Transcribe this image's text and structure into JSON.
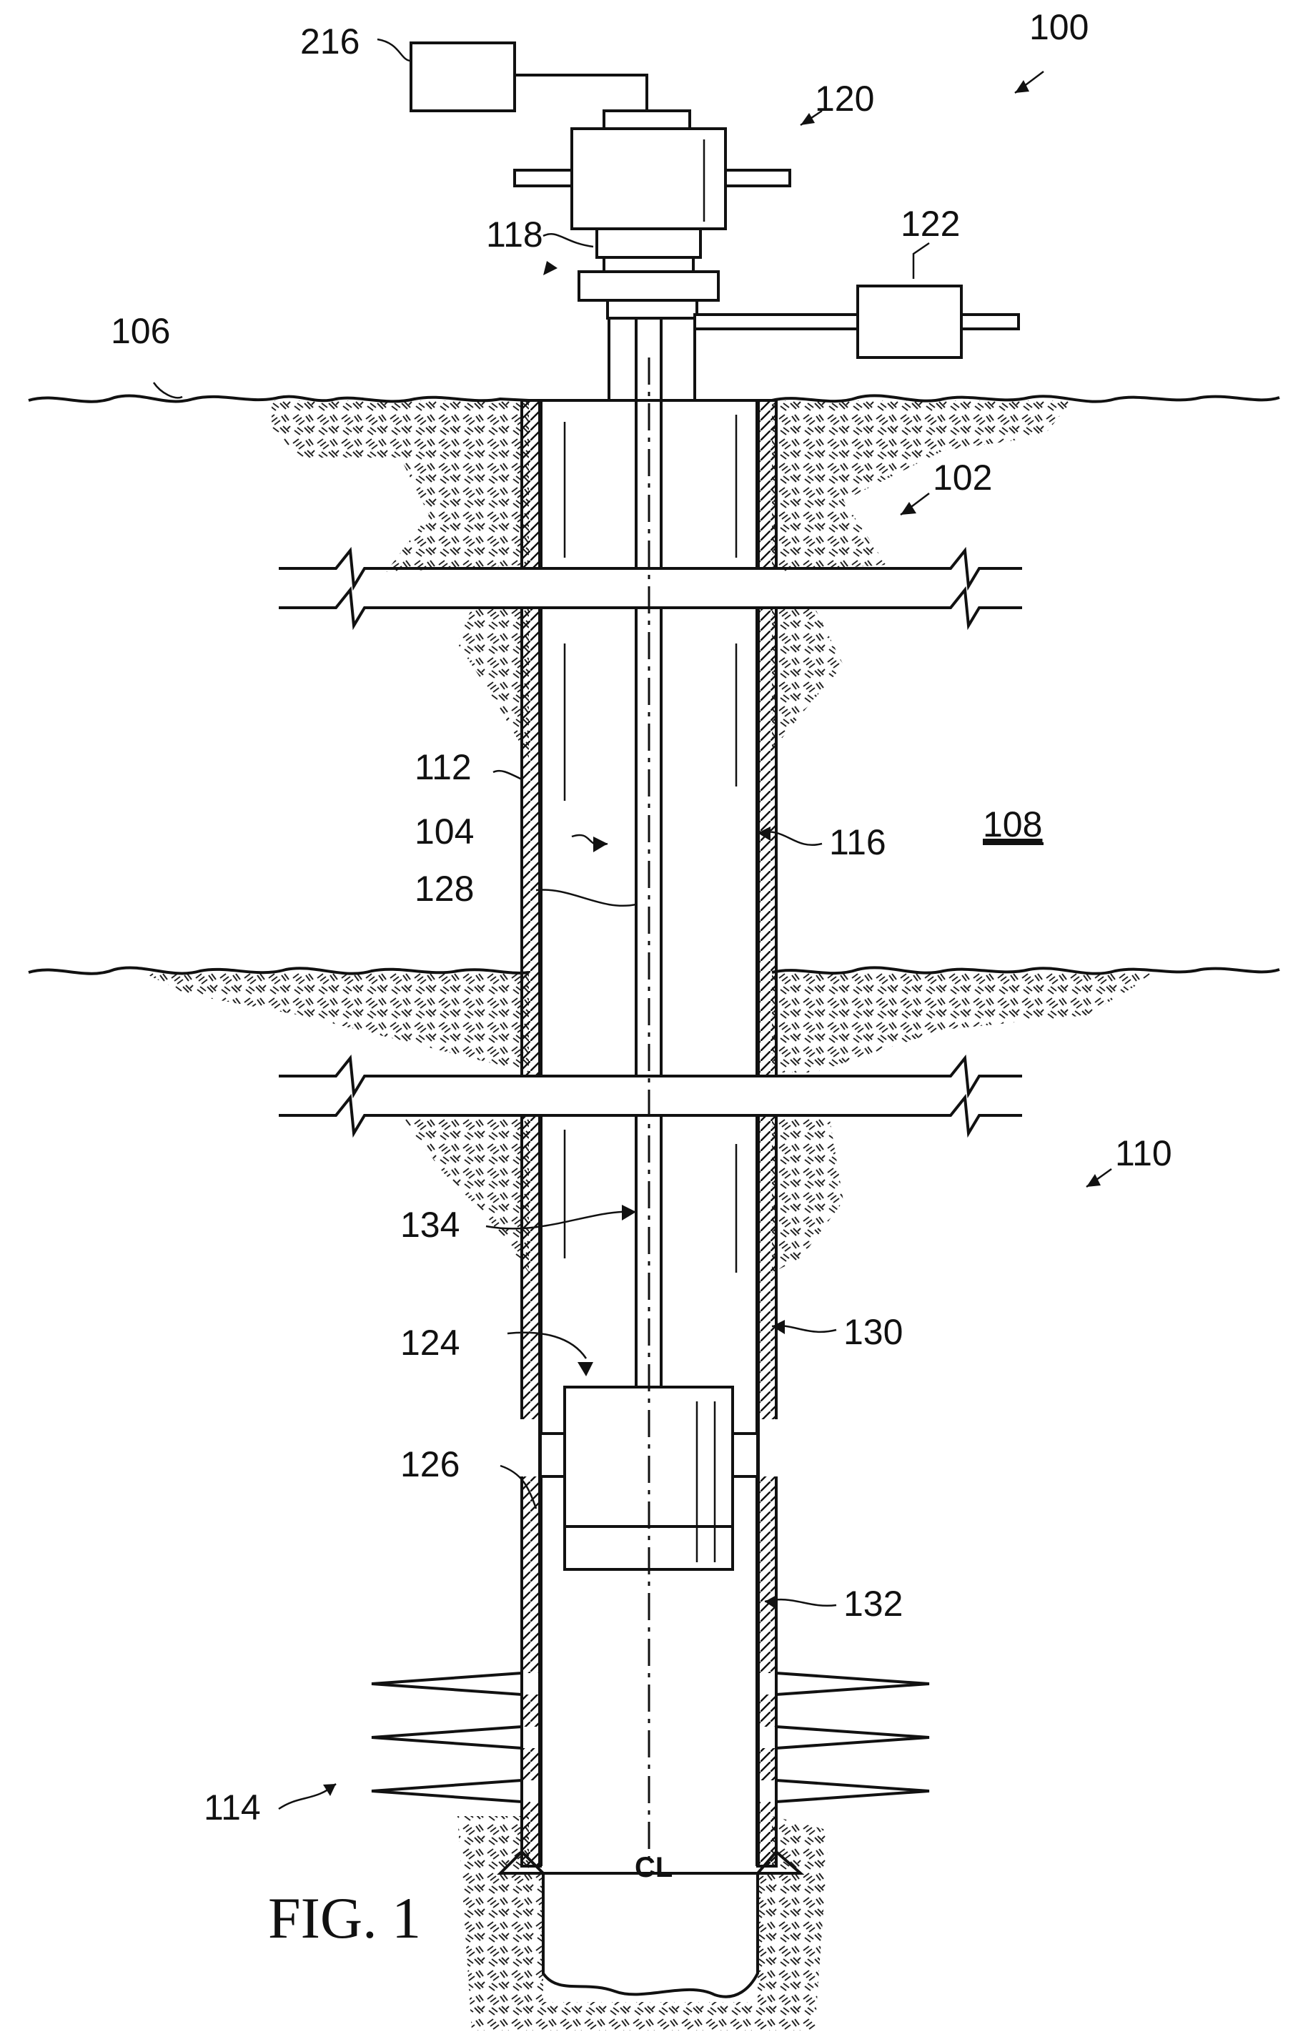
{
  "figure": {
    "title": "FIG. 1",
    "centerline_label": "CL"
  },
  "labels": {
    "n100": "100",
    "n102": "102",
    "n104": "104",
    "n106": "106",
    "n108": "108",
    "n110": "110",
    "n112": "112",
    "n114": "114",
    "n116": "116",
    "n118": "118",
    "n120": "120",
    "n122": "122",
    "n124": "124",
    "n126": "126",
    "n128": "128",
    "n130": "130",
    "n132": "132",
    "n134": "134",
    "n216": "216"
  },
  "colors": {
    "ink": "#111111",
    "paper": "#ffffff"
  }
}
